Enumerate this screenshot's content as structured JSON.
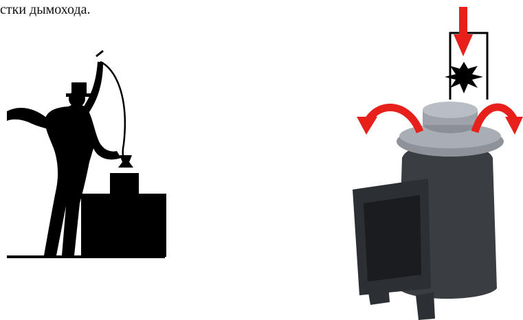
{
  "caption": {
    "text": "стки дымохода."
  },
  "illustrations": {
    "left": "chimney-sweep-silhouette",
    "right": "sauna-stove-with-arrows"
  },
  "colors": {
    "silhouette": "#000000",
    "arrow_red": "#e8201b",
    "stove_body": "#3a3d42",
    "stove_metal": "#a9aeb4"
  }
}
